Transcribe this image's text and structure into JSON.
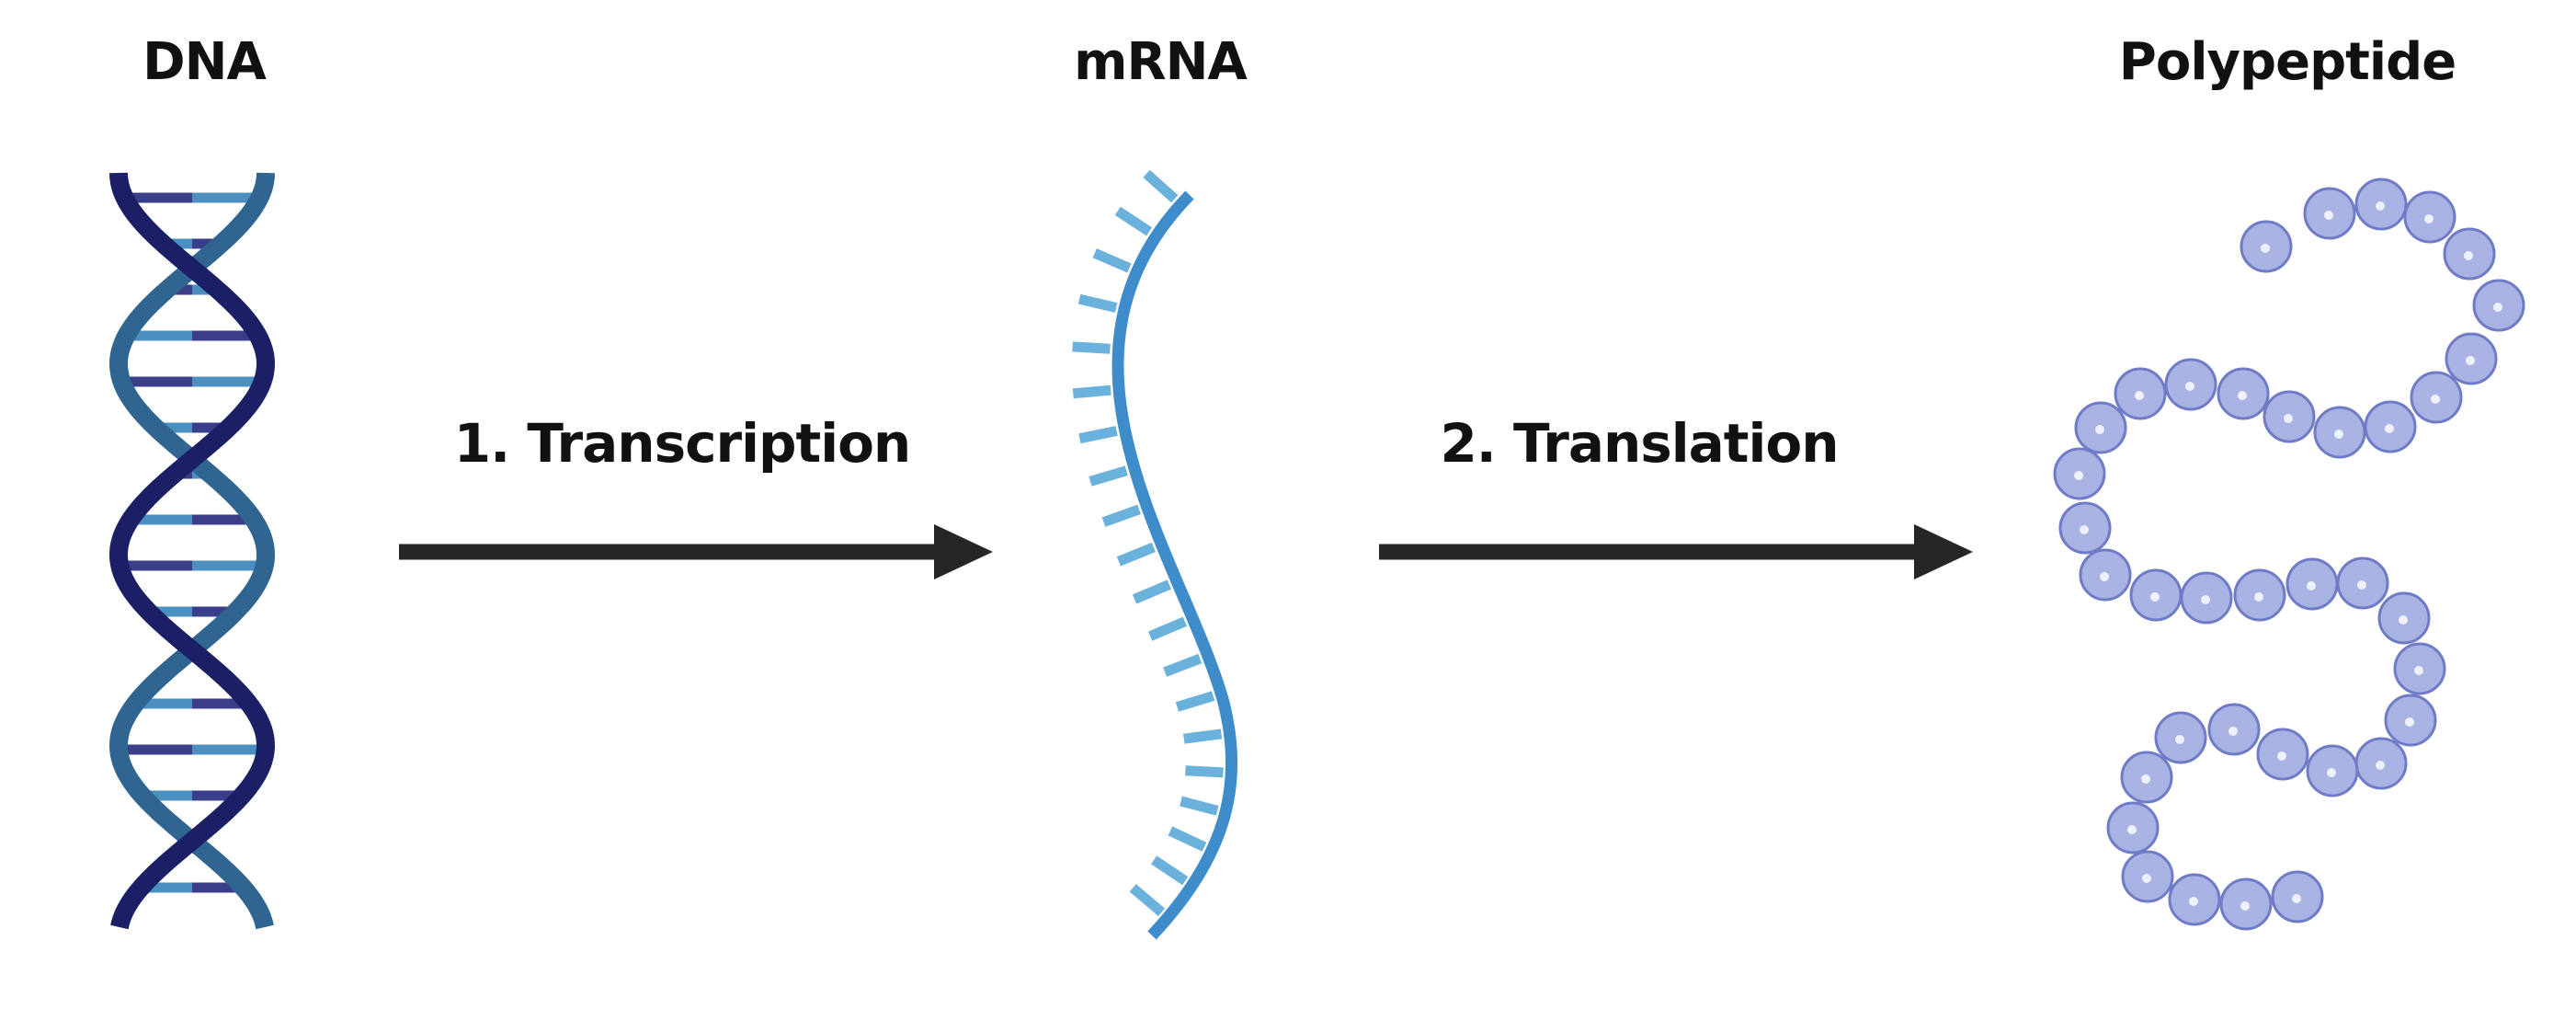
{
  "titles": {
    "dna": "DNA",
    "mrna": "mRNA",
    "polypeptide": "Polypeptide"
  },
  "steps": {
    "transcription": "1. Transcription",
    "translation": "2. Translation"
  },
  "colors": {
    "dna_strand_dark": "#1b1f66",
    "dna_strand_light": "#2f6590",
    "dna_base_dark": "#3a3d8a",
    "dna_base_light": "#4a8fbf",
    "mrna_backbone": "#3f8ccb",
    "mrna_base": "#6ab1dc",
    "arrow": "#262626",
    "amino_acid_fill": "#a9b3e3",
    "amino_acid_stroke": "#6f7bc6",
    "amino_acid_highlight": "#eef0fb",
    "text": "#111111"
  }
}
